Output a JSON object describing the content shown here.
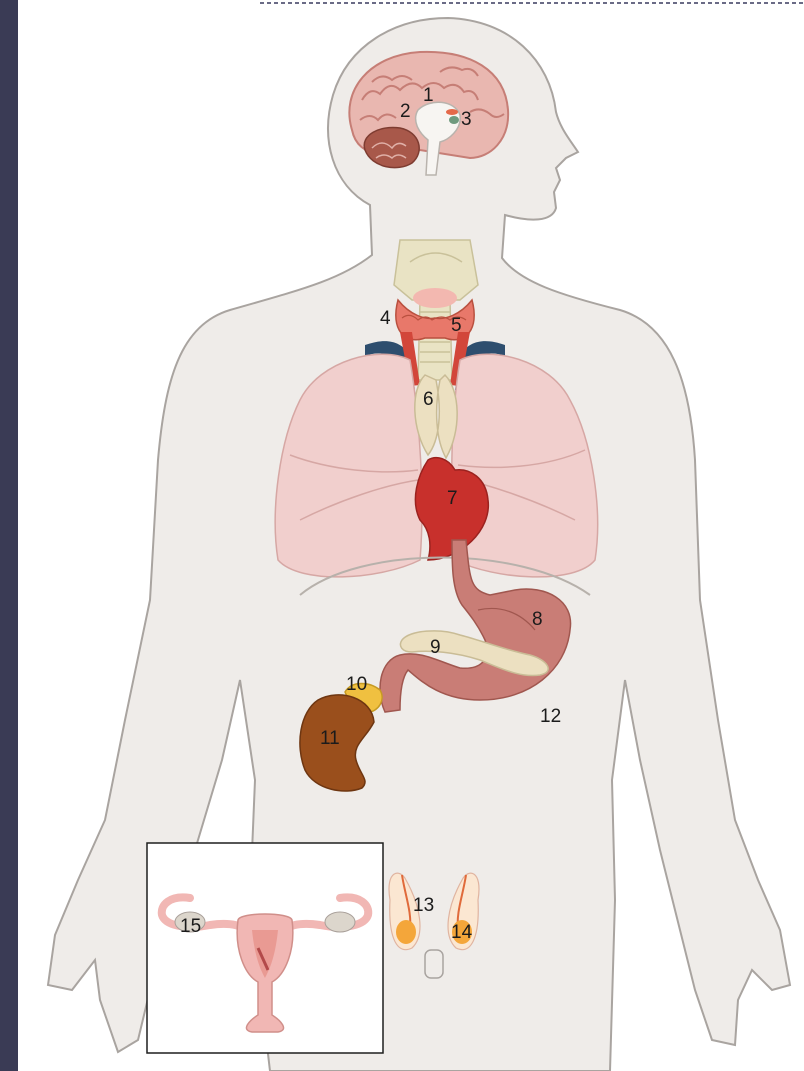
{
  "figure": {
    "labels": [
      "1",
      "2",
      "3",
      "4",
      "5",
      "6",
      "7",
      "8",
      "9",
      "10",
      "11",
      "12",
      "13",
      "14",
      "15"
    ]
  },
  "colors": {
    "frame": "#3a3b55",
    "paper": "#ffffff",
    "body": "#efece9",
    "body_outline": "#a9a4a0",
    "brain": "#e9b7b0",
    "cerebellum": "#a8584a",
    "thyroid": "#e8786a",
    "cartilage": "#e9e3c4",
    "lung": "#f1cfcd",
    "heart": "#c8302c",
    "stomach": "#c97d76",
    "pancreas": "#ece0c1",
    "adrenal": "#f0c040",
    "kidney": "#9a4f1c",
    "vessel_blue": "#2e4e6e",
    "uterus": "#f1b7b4",
    "testis": "#f4c27a"
  },
  "icons": [
    "human-body-icon",
    "brain-icon",
    "thyroid-icon",
    "lungs-icon",
    "heart-icon",
    "stomach-icon",
    "kidney-icon",
    "uterus-icon",
    "testes-icon"
  ]
}
